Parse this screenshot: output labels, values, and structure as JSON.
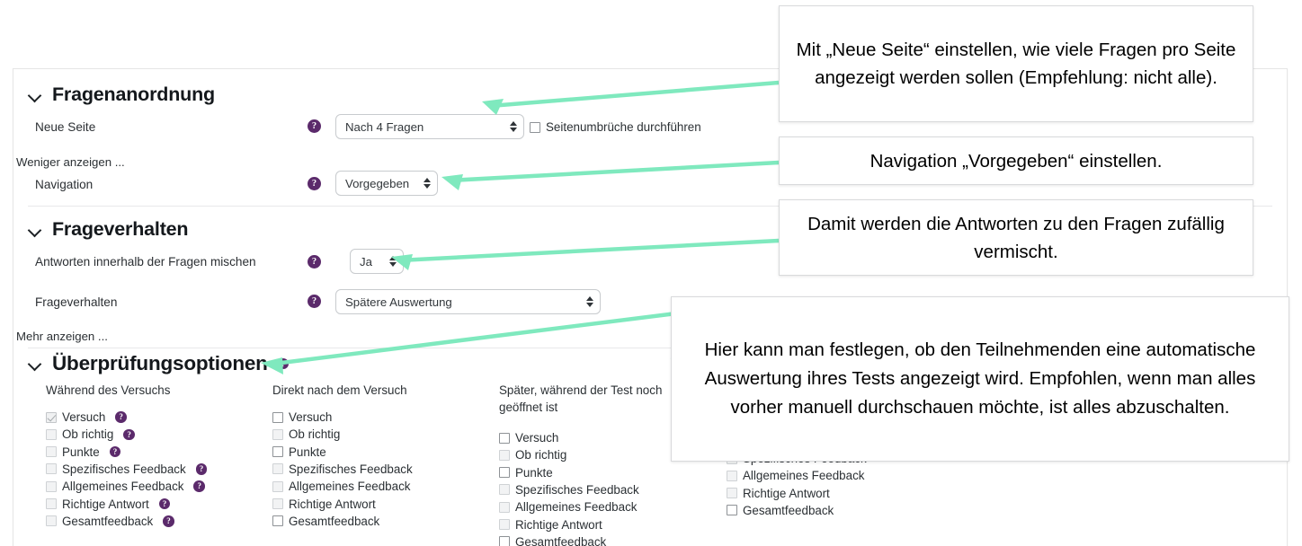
{
  "theme": {
    "arrow_color": "#7FE9BE",
    "help_icon_color": "#5b2a6b",
    "card_bg": "#ffffff"
  },
  "sections": [
    {
      "id": "fragenanordnung",
      "title": "Fragenanordnung",
      "fields": [
        {
          "label": "Neue Seite",
          "help": "?",
          "control": "select",
          "value": "Nach 4 Fragen"
        },
        {
          "label": "Navigation",
          "help": "?",
          "control": "select",
          "value": "Vorgegeben"
        }
      ],
      "inline_checkbox": "Seitenumbrüche durchführen",
      "toggle_link": "Weniger anzeigen ..."
    },
    {
      "id": "frageverhalten",
      "title": "Frageverhalten",
      "fields": [
        {
          "label": "Antworten innerhalb der Fragen mischen",
          "help": "?",
          "control": "select",
          "value": "Ja"
        },
        {
          "label": "Frageverhalten",
          "help": "?",
          "control": "select",
          "value": "Spätere Auswertung"
        }
      ],
      "toggle_link": "Mehr anzeigen ..."
    },
    {
      "id": "ueberpruefungsoptionen",
      "title": "Überprüfungsoptionen",
      "help": "?"
    }
  ],
  "review_options": {
    "columns": [
      {
        "header": "Während des Versuchs",
        "has_help_icons": true,
        "items": [
          {
            "label": "Versuch",
            "state": "checked-disabled",
            "help": "?"
          },
          {
            "label": "Ob richtig",
            "state": "soft",
            "help": "?"
          },
          {
            "label": "Punkte",
            "state": "soft",
            "help": "?"
          },
          {
            "label": "Spezifisches Feedback",
            "state": "soft",
            "help": "?"
          },
          {
            "label": "Allgemeines Feedback",
            "state": "soft",
            "help": "?"
          },
          {
            "label": "Richtige Antwort",
            "state": "soft",
            "help": "?"
          },
          {
            "label": "Gesamtfeedback",
            "state": "soft",
            "help": "?"
          }
        ]
      },
      {
        "header": "Direkt nach dem Versuch",
        "has_help_icons": false,
        "items": [
          {
            "label": "Versuch",
            "state": "unchecked"
          },
          {
            "label": "Ob richtig",
            "state": "soft"
          },
          {
            "label": "Punkte",
            "state": "unchecked"
          },
          {
            "label": "Spezifisches Feedback",
            "state": "soft"
          },
          {
            "label": "Allgemeines Feedback",
            "state": "soft"
          },
          {
            "label": "Richtige Antwort",
            "state": "soft"
          },
          {
            "label": "Gesamtfeedback",
            "state": "unchecked"
          }
        ]
      },
      {
        "header": "Später, während der Test noch geöffnet ist",
        "has_help_icons": false,
        "items": [
          {
            "label": "Versuch",
            "state": "unchecked"
          },
          {
            "label": "Ob richtig",
            "state": "soft"
          },
          {
            "label": "Punkte",
            "state": "unchecked"
          },
          {
            "label": "Spezifisches Feedback",
            "state": "soft"
          },
          {
            "label": "Allgemeines Feedback",
            "state": "soft"
          },
          {
            "label": "Richtige Antwort",
            "state": "soft"
          },
          {
            "label": "Gesamtfeedback",
            "state": "unchecked"
          }
        ]
      },
      {
        "header": "",
        "has_help_icons": false,
        "items": [
          {
            "label": "Spezifisches Feedback",
            "state": "soft"
          },
          {
            "label": "Allgemeines Feedback",
            "state": "soft"
          },
          {
            "label": "Richtige Antwort",
            "state": "soft"
          },
          {
            "label": "Gesamtfeedback",
            "state": "unchecked"
          }
        ]
      }
    ]
  },
  "callouts": [
    {
      "id": "callout-neue-seite",
      "text": "Mit „Neue Seite“ einstellen, wie viele Fragen pro Seite angezeigt werden sollen (Empfehlung: nicht alle)."
    },
    {
      "id": "callout-navigation",
      "text": "Navigation „Vorgegeben“ einstellen."
    },
    {
      "id": "callout-mischen",
      "text": "Damit werden die Antworten zu den Fragen zufällig vermischt."
    },
    {
      "id": "callout-ueberpruefung",
      "text": "Hier kann man festlegen, ob den Teilnehmenden eine automatische Auswertung ihres Tests angezeigt wird. Empfohlen, wenn man alles vorher manuell durchschauen möchte, ist alles abzuschalten."
    }
  ]
}
